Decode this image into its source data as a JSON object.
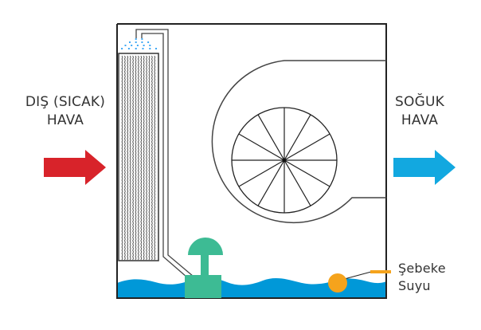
{
  "diagram": {
    "title": "Evaporative cooler schematic",
    "labels": {
      "hot_air_line1": "DIŞ (SICAK)",
      "hot_air_line2": "HAVA",
      "cool_air_line1": "SOĞUK",
      "cool_air_line2": "HAVA",
      "water_line1": "Şebeke",
      "water_line2": "Suyu"
    },
    "colors": {
      "hot_arrow": "#d8232a",
      "cool_arrow": "#12a8e0",
      "water": "#0098d8",
      "pump": "#3dbb94",
      "float": "#f5a31c",
      "outline": "#222222",
      "spray": "#3fa9f5"
    },
    "fan_blades": 12
  }
}
